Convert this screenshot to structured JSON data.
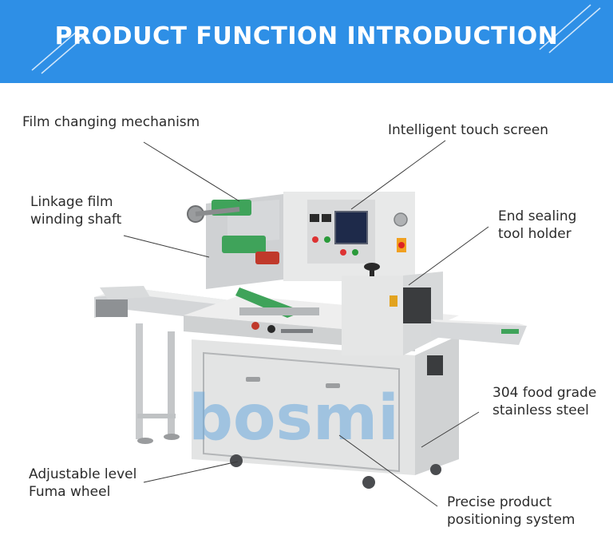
{
  "header": {
    "title": "PRODUCT FUNCTION INTRODUCTION"
  },
  "watermark": {
    "text": "bosmi"
  },
  "callouts": {
    "film_changing": [
      "Film changing mechanism"
    ],
    "touch_screen": [
      "Intelligent touch screen"
    ],
    "linkage_film": [
      "Linkage film",
      "winding shaft"
    ],
    "end_sealing": [
      "End sealing",
      "tool holder"
    ],
    "food_grade": [
      "304 food grade",
      "stainless steel"
    ],
    "adjustable": [
      "Adjustable level",
      "Fuma wheel"
    ],
    "positioning": [
      "Precise product",
      "positioning system"
    ]
  },
  "colors": {
    "banner": "#2e8fe6",
    "text": "#2b2b2b",
    "machine": "#e2e3e3",
    "steel": "#b9bcbf",
    "film": "#3fa35a"
  }
}
